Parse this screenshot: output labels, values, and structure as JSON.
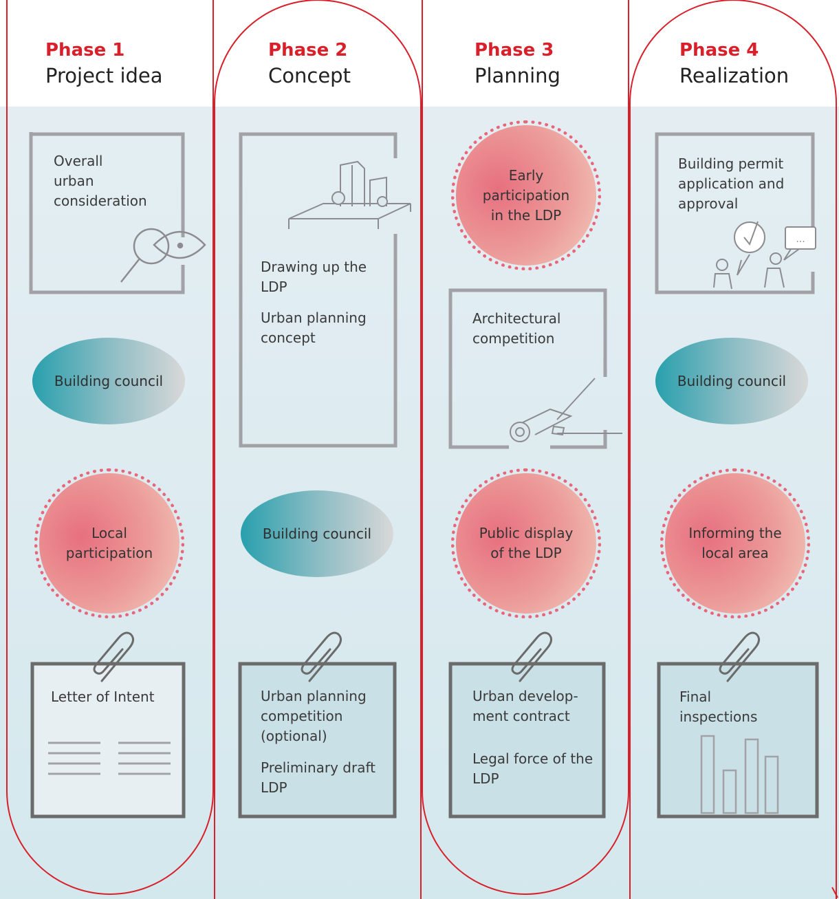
{
  "phases": [
    {
      "number": "Phase 1",
      "title": "Project idea",
      "items": {
        "box": "Overall\nurban\nconsideration",
        "oval": "Building council",
        "circle": "Local\nparticipation",
        "note": "Letter of Intent"
      }
    },
    {
      "number": "Phase 2",
      "title": "Concept",
      "items": {
        "box_line1": "Drawing up the\nLDP",
        "box_line2": "Urban planning\nconcept",
        "oval": "Building council",
        "note_line1": "Urban planning\ncompetition\n(optional)",
        "note_line2": "Preliminary draft\nLDP"
      }
    },
    {
      "number": "Phase 3",
      "title": "Planning",
      "items": {
        "circle_top": "Early\nparticipation\nin the LDP",
        "box": "Architectural\ncompetition",
        "circle_bottom": "Public display\nof the LDP",
        "note_line1": "Urban develop-\nment contract",
        "note_line2": "Legal force of the\nLDP"
      }
    },
    {
      "number": "Phase 4",
      "title": "Realization",
      "items": {
        "box": "Building permit\napplication and\napproval",
        "oval": "Building council",
        "circle": "Informing the\nlocal area",
        "note": "Final\ninspections"
      }
    }
  ],
  "colors": {
    "accent_red": "#d81f2a",
    "frame_gray": "#a2a2a6",
    "note_border": "#6b6b6b",
    "background": "#dcebf0"
  },
  "icons": [
    "magnifier-eye-icon",
    "buildings-table-icon",
    "rolled-plans-compass-icon",
    "consultation-people-icon",
    "paperclip-icon",
    "text-lines-icon",
    "bar-chart-icon"
  ]
}
